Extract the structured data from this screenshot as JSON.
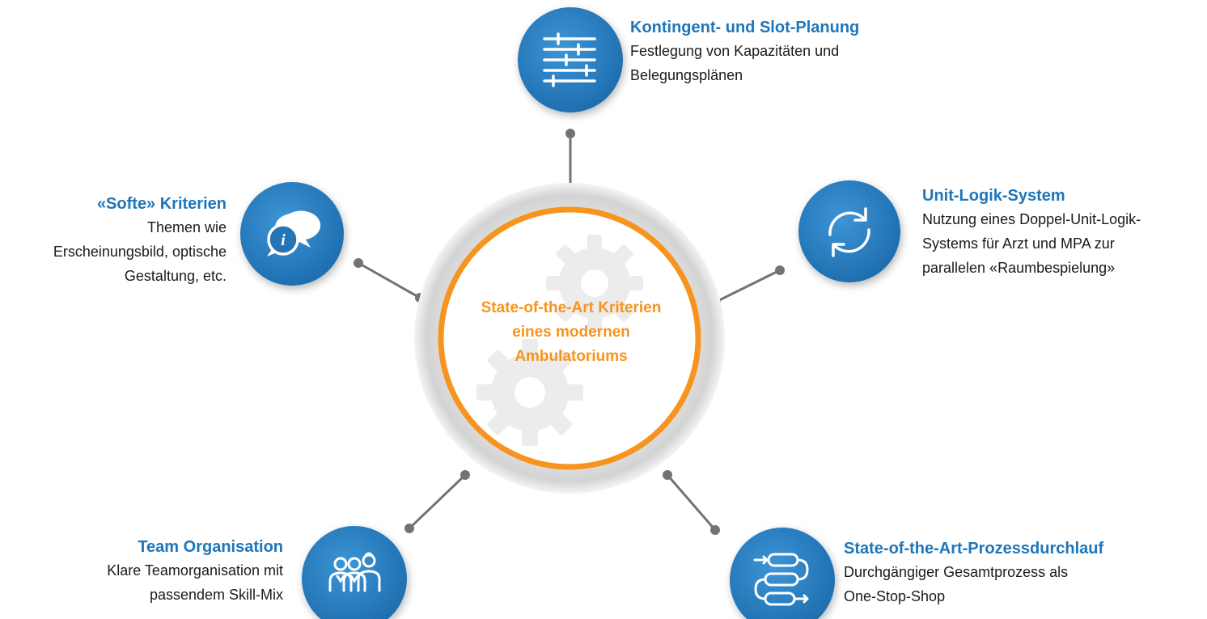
{
  "center": {
    "lines": [
      "State-of-the-Art  Kriterien",
      "eines modernen",
      "Ambulatoriums"
    ]
  },
  "colors": {
    "accent": "#f7941d",
    "title_blue": "#1d76ba",
    "icon_blue": "#2a7fc4",
    "connector": "#737373"
  },
  "criteria": {
    "kontingent": {
      "icon": "sliders-icon",
      "title": "Kontingent- und Slot-Planung",
      "lines": [
        "Festlegung von Kapazitäten und",
        "Belegungsplänen"
      ]
    },
    "softe": {
      "icon": "info-chat-icon",
      "title": "«Softe» Kriterien",
      "lines": [
        "Themen wie",
        "Erscheinungsbild, optische",
        "Gestaltung, etc."
      ]
    },
    "unit": {
      "icon": "refresh-icon",
      "title": "Unit-Logik-System",
      "lines": [
        "Nutzung eines Doppel-Unit-Logik-",
        "Systems für Arzt und MPA zur",
        "parallelen «Raumbespielung»"
      ]
    },
    "team": {
      "icon": "team-icon",
      "title": "Team Organisation",
      "lines": [
        "Klare Teamorganisation mit",
        "passendem Skill-Mix"
      ]
    },
    "prozess": {
      "icon": "process-flow-icon",
      "title": "State-of-the-Art-Prozessdurchlauf",
      "lines": [
        "Durchgängiger Gesamtprozess als",
        "One-Stop-Shop"
      ]
    }
  }
}
